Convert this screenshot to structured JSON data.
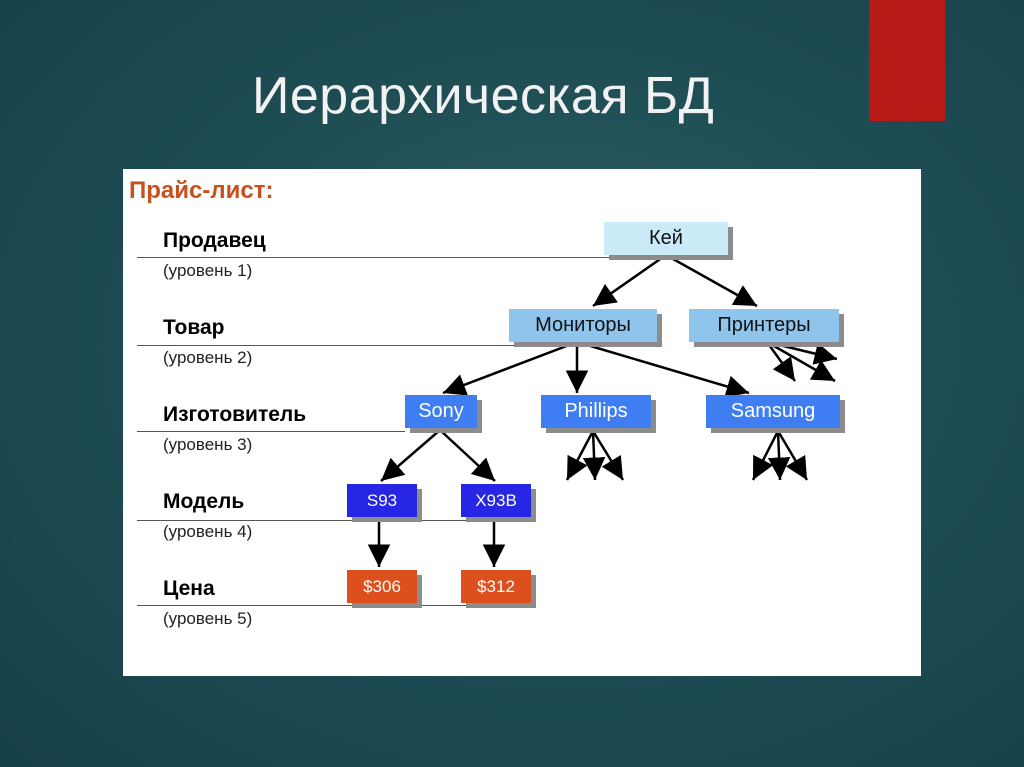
{
  "slide": {
    "title": "Иерархическая БД",
    "accent_color": "#b71b17"
  },
  "panel": {
    "title": "Прайс-лист:",
    "levels": [
      {
        "name": "Продавец",
        "sub": "(уровень 1)"
      },
      {
        "name": "Товар",
        "sub": "(уровень 2)"
      },
      {
        "name": "Изготовитель",
        "sub": "(уровень 3)"
      },
      {
        "name": "Модель",
        "sub": "(уровень 4)"
      },
      {
        "name": "Цена",
        "sub": "(уровень 5)"
      }
    ]
  },
  "tree": {
    "seller": "Кей",
    "products": [
      "Мониторы",
      "Принтеры"
    ],
    "manufacturers": [
      "Sony",
      "Phillips",
      "Samsung"
    ],
    "models": [
      "S93",
      "X93B"
    ],
    "prices": [
      "$306",
      "$312"
    ],
    "colors": {
      "level1": "#cbeaf8",
      "level2": "#8fc4ec",
      "level3": "#3e7ef2",
      "level4": "#2626e4",
      "level5": "#dd4f1c"
    }
  }
}
